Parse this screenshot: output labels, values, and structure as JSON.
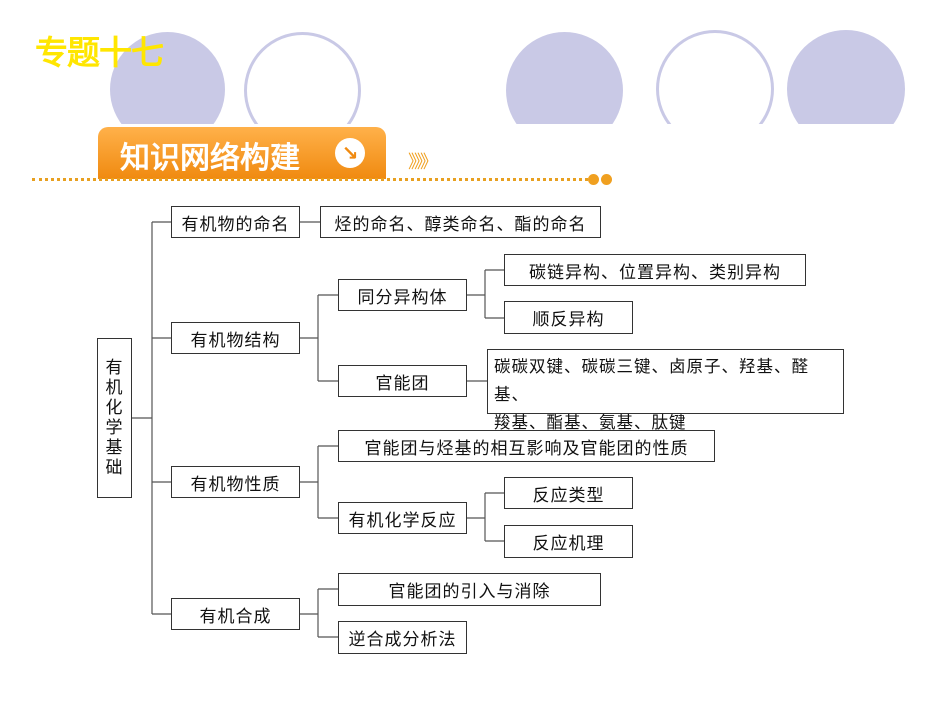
{
  "header": {
    "topic": "专题十七",
    "banner_title": "知识网络构建",
    "banner_icon": "arrow-circle-icon",
    "chevrons": "》》》"
  },
  "colors": {
    "circle": "#c9c9e6",
    "banner": "#f08a10",
    "topic": "#ffe600"
  },
  "diagram": {
    "root": [
      "有",
      "机",
      "化",
      "学",
      "基",
      "础"
    ],
    "level1": [
      "有机物的命名",
      "有机物结构",
      "有机物性质",
      "有机合成"
    ],
    "naming": "烃的命名、醇类命名、酯的命名",
    "isomer": "同分异构体",
    "isomer_types": [
      "碳链异构、位置异构、类别异构",
      "顺反异构"
    ],
    "functional_group": "官能团",
    "functional_groups_line1": "碳碳双键、碳碳三键、卤原子、羟基、醛基、",
    "functional_groups_line2": "羧基、酯基、氨基、肽键",
    "property_influence": "官能团与烃基的相互影响及官能团的性质",
    "reaction": "有机化学反应",
    "reaction_items": [
      "反应类型",
      "反应机理"
    ],
    "synthesis_items": [
      "官能团的引入与消除",
      "逆合成分析法"
    ]
  }
}
